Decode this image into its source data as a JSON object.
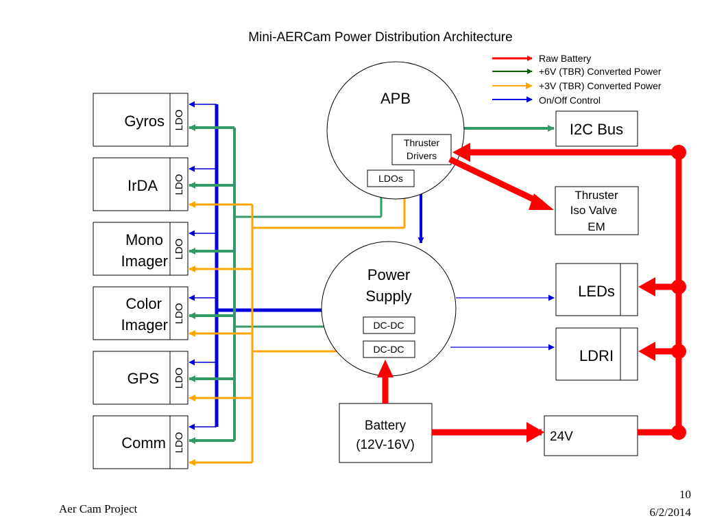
{
  "title": "Mini-AERCam Power Distribution Architecture",
  "legend": [
    "Raw Battery",
    "+6V (TBR) Converted Power",
    "+3V (TBR) Converted Power",
    "On/Off Control"
  ],
  "legend_colors": {
    "raw_battery": "#ff0000",
    "v6": "#339966",
    "v3": "#ffa500",
    "onoff": "#0000dd"
  },
  "devices": [
    "Gyros",
    "IrDA",
    "Mono",
    "Imager",
    "Color",
    "GPS",
    "Comm"
  ],
  "ldo": "LDO",
  "apb": {
    "label": "APB",
    "thruster_drivers": [
      "Thruster",
      "Drivers"
    ],
    "ldos": "LDOs"
  },
  "power_supply": {
    "label": [
      "Power",
      "Supply"
    ],
    "dcdc": "DC-DC"
  },
  "right": {
    "i2c": "I2C Bus",
    "thruster": [
      "Thruster",
      "Iso Valve",
      "EM"
    ],
    "leds": "LEDs",
    "ldri": "LDRI",
    "v24": "24V"
  },
  "battery": [
    "Battery",
    "(12V-16V)"
  ],
  "footer": {
    "project": "Aer Cam Project",
    "page": "10",
    "date": "6/2/2014"
  }
}
